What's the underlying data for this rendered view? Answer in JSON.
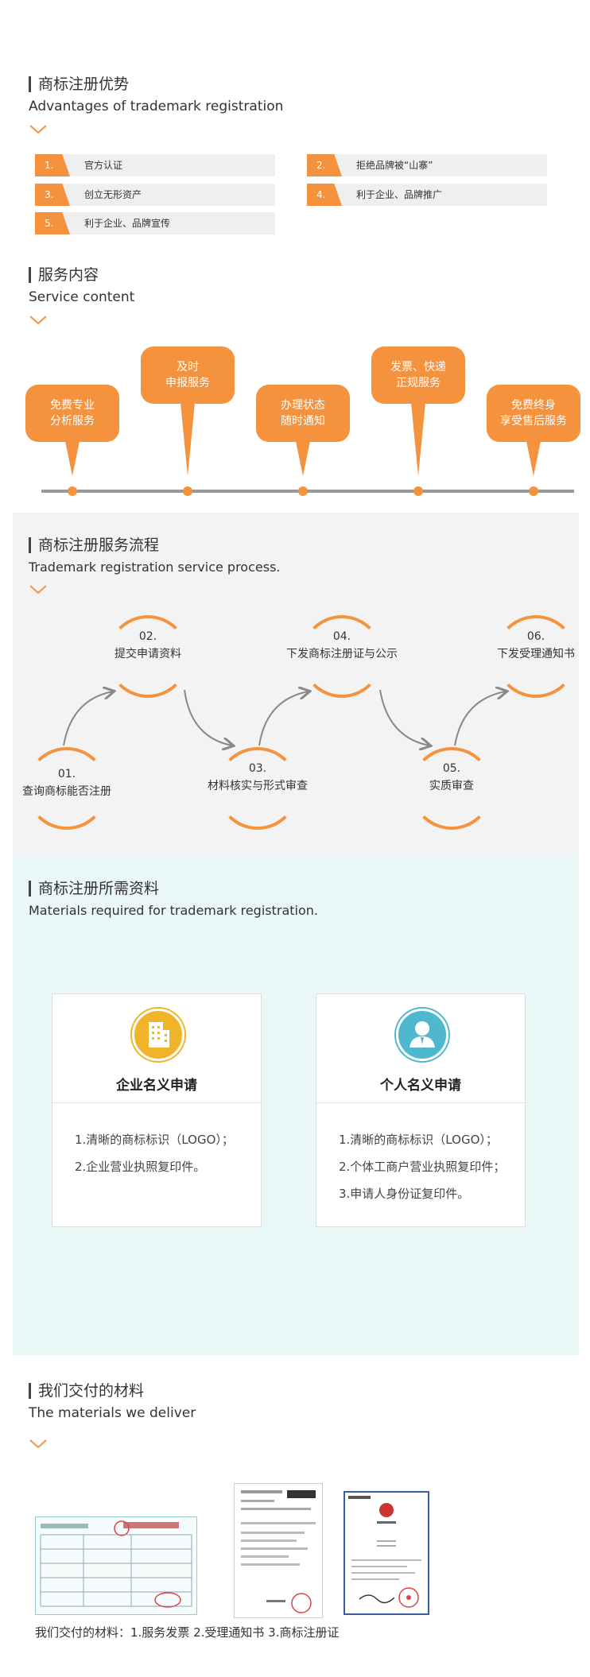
{
  "advantages": {
    "title": "商标注册优势",
    "subtitle": "Advantages of trademark registration",
    "items": [
      {
        "num": "1.",
        "text": "官方认证"
      },
      {
        "num": "2.",
        "text": "拒绝品牌被“山寨”"
      },
      {
        "num": "3.",
        "text": "创立无形资产"
      },
      {
        "num": "4.",
        "text": "利于企业、品牌推广"
      },
      {
        "num": "5.",
        "text": "利于企业、品牌宣传"
      }
    ]
  },
  "service": {
    "title": "服务内容",
    "subtitle": "Service content",
    "bubbles": [
      {
        "line1": "免费专业",
        "line2": "分析服务"
      },
      {
        "line1": "及时",
        "line2": "申报服务"
      },
      {
        "line1": "办理状态",
        "line2": "随时通知"
      },
      {
        "line1": "发票、快递",
        "line2": "正规服务"
      },
      {
        "line1": "免费终身",
        "line2": "享受售后服务"
      }
    ]
  },
  "process": {
    "title": "商标注册服务流程",
    "subtitle": "Trademark registration service process.",
    "steps": [
      {
        "num": "01.",
        "text": "查询商标能否注册"
      },
      {
        "num": "02.",
        "text": "提交申请资料"
      },
      {
        "num": "03.",
        "text": "材料核实与形式审查"
      },
      {
        "num": "04.",
        "text": "下发商标注册证与公示"
      },
      {
        "num": "05.",
        "text": "实质审查"
      },
      {
        "num": "06.",
        "text": "下发受理通知书"
      }
    ]
  },
  "materials": {
    "title": "商标注册所需资料",
    "subtitle": "Materials required for trademark registration.",
    "cards": [
      {
        "title": "企业名义申请",
        "icon": "building-icon",
        "color": "#f0b429",
        "items": [
          "1.清晰的商标标识（LOGO）；",
          "2.企业营业执照复印件。"
        ]
      },
      {
        "title": "个人名义申请",
        "icon": "person-icon",
        "color": "#4fb8cc",
        "items": [
          "1.清晰的商标标识（LOGO）；",
          "2.个体工商户营业执照复印件；",
          "3.申请人身份证复印件。"
        ]
      }
    ]
  },
  "deliver": {
    "title": "我们交付的材料",
    "subtitle": "The materials we deliver",
    "caption": "我们交付的材料：1.服务发票  2.受理通知书  3.商标注册证"
  },
  "colors": {
    "accent": "#f5923e"
  }
}
